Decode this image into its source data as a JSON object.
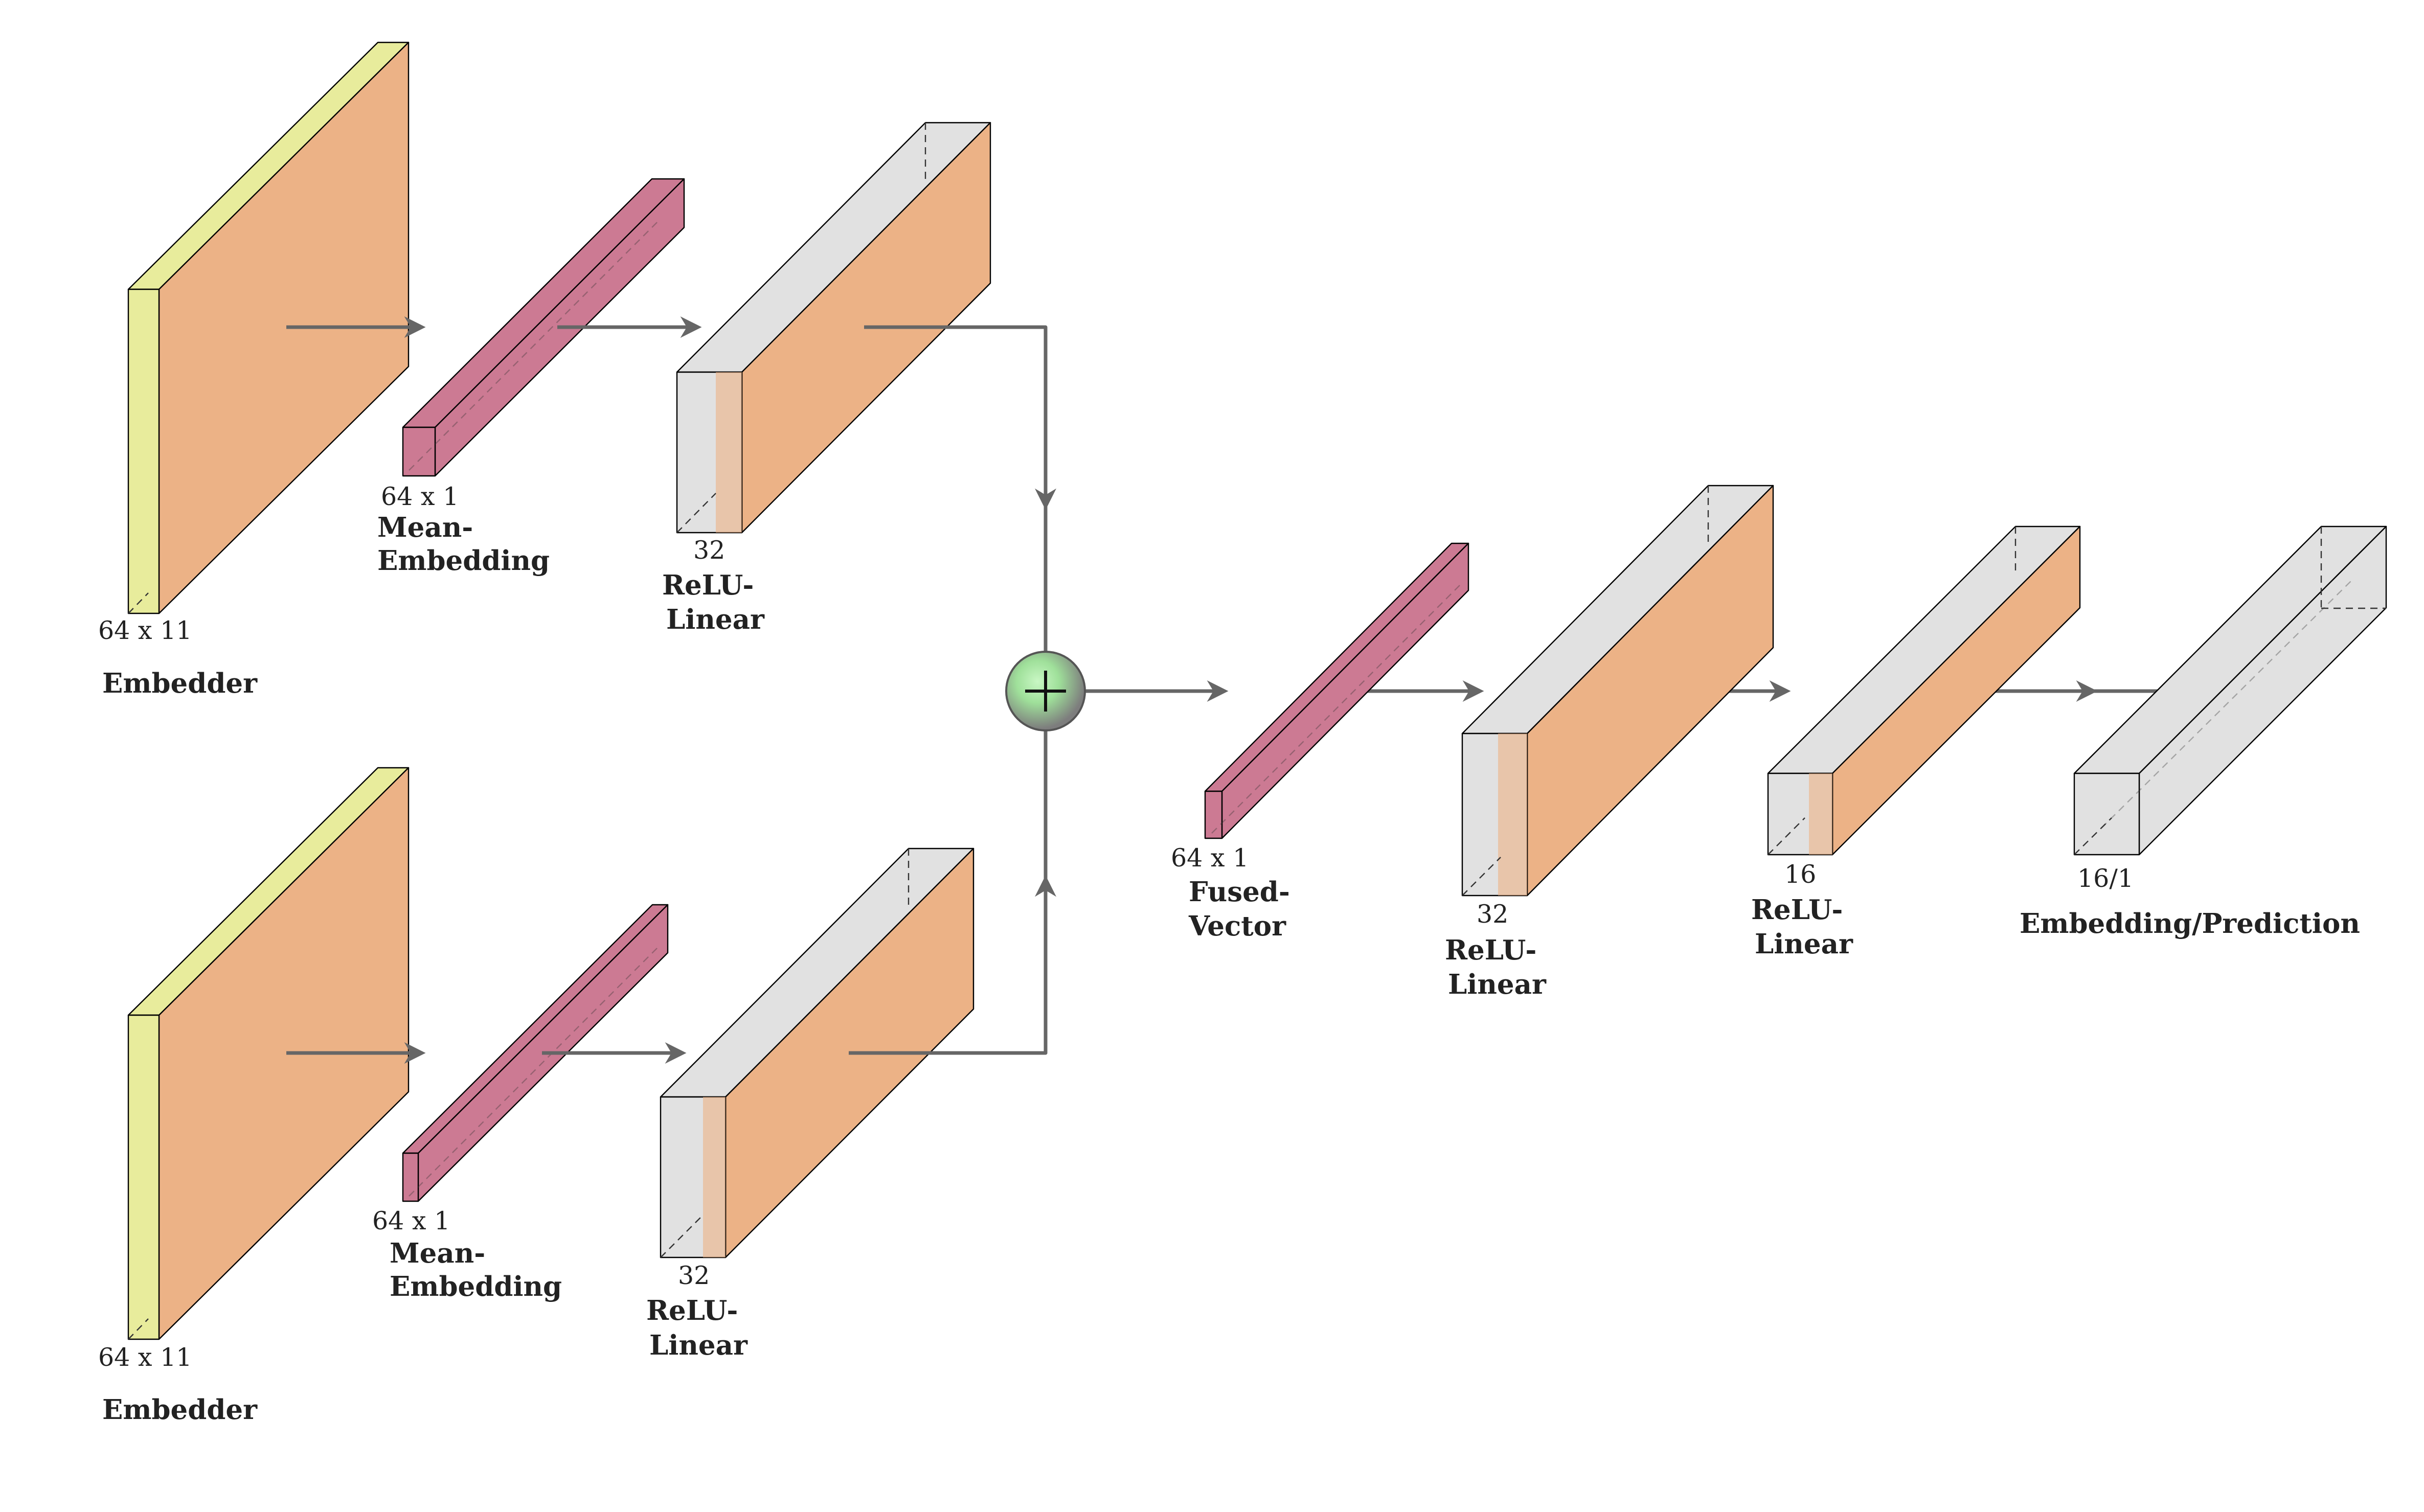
{
  "colors": {
    "layer_front_yellow": "#e8ec9c",
    "layer_face_orange": "#ecb286",
    "layer_face_pink": "#cc7a93",
    "layer_face_gray": "#e1e1e1",
    "sum_node_green": "#9fe09a",
    "connection_gray": "#666666"
  },
  "branches": [
    {
      "embedder": {
        "dim": "64 x 11",
        "name": "Embedder"
      },
      "mean_embedding": {
        "dim": "64 x 1",
        "name_line1": "Mean-",
        "name_line2": "Embedding"
      },
      "relu_linear": {
        "dim": "32",
        "name_line1": "ReLU-",
        "name_line2": "Linear"
      }
    },
    {
      "embedder": {
        "dim": "64 x 11",
        "name": "Embedder"
      },
      "mean_embedding": {
        "dim": "64 x 1",
        "name_line1": "Mean-",
        "name_line2": "Embedding"
      },
      "relu_linear": {
        "dim": "32",
        "name_line1": "ReLU-",
        "name_line2": "Linear"
      }
    }
  ],
  "fusion": {
    "sum_icon": "plus-circle-icon",
    "fused_vector": {
      "dim": "64 x 1",
      "name_line1": "Fused-",
      "name_line2": "Vector"
    },
    "relu_linear_1": {
      "dim": "32",
      "name_line1": "ReLU-",
      "name_line2": "Linear"
    },
    "relu_linear_2": {
      "dim": "16",
      "name_line1": "ReLU-",
      "name_line2": "Linear"
    },
    "output": {
      "dim": "16/1",
      "name": "Embedding/Prediction"
    }
  }
}
